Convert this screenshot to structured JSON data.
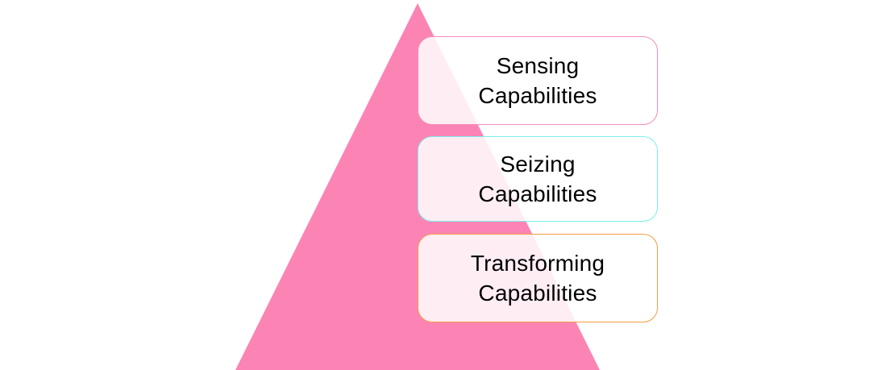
{
  "diagram": {
    "levels": [
      {
        "id": "sensing",
        "lines": [
          "Sensing",
          "Capabilities"
        ],
        "border_color": "#f48bbb"
      },
      {
        "id": "seizing",
        "lines": [
          "Seizing",
          "Capabilities"
        ],
        "border_color": "#7deeea"
      },
      {
        "id": "transforming",
        "lines": [
          "Transforming",
          "Capabilities"
        ],
        "border_color": "#f49c42"
      }
    ],
    "colors": {
      "triangle": "#fc84b5",
      "box_fill": "rgba(255,255,255,0.85)",
      "text": "#000000",
      "background": "#ffffff"
    }
  }
}
